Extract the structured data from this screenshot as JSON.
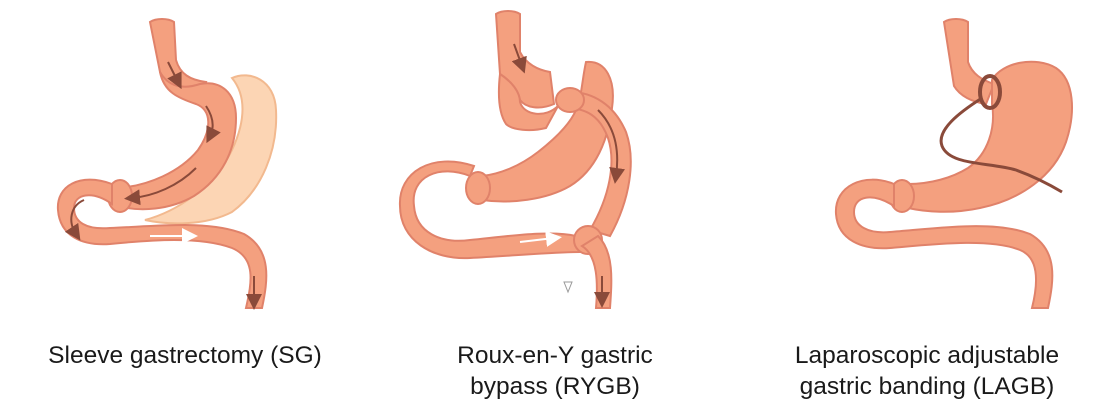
{
  "panels": [
    {
      "id": "sg",
      "caption_lines": [
        "Sleeve gastrectomy (SG)"
      ]
    },
    {
      "id": "rygb",
      "caption_lines": [
        "Roux-en-Y gastric",
        "bypass (RYGB)"
      ]
    },
    {
      "id": "lagb",
      "caption_lines": [
        "Laparoscopic adjustable",
        "gastric banding (LAGB)"
      ]
    }
  ],
  "colors": {
    "tissue_fill": "#f4a07f",
    "tissue_stroke": "#e0826a",
    "tissue_highlight": "#f9c1a6",
    "removed_portion": "#fcd5b4",
    "flow_arrow": "#8a4a3a",
    "band": "#8a4a3a"
  }
}
